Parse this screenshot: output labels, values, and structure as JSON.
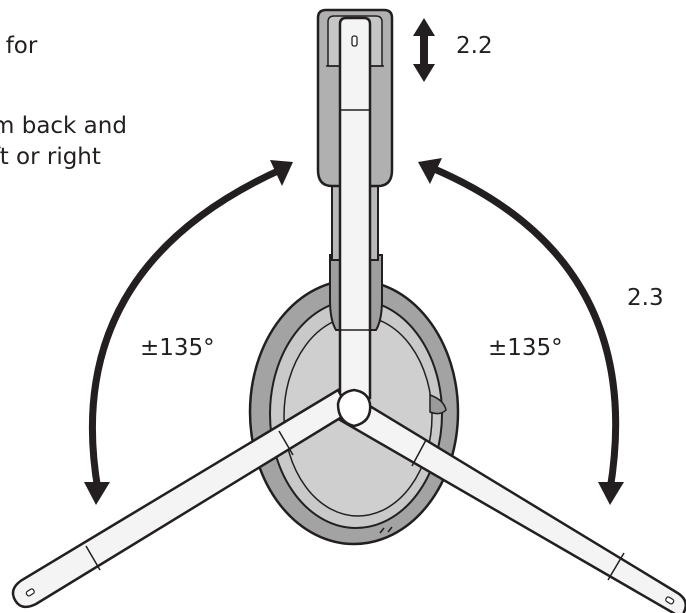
{
  "text": {
    "line1": "l for",
    "line2": "m back and",
    "line3": "ft or right",
    "step_vertical": "2.2",
    "step_rotate": "2.3",
    "angle_left": "±135°",
    "angle_right": "±135°"
  },
  "colors": {
    "ink": "#231f20",
    "band_fill": "#b9b9b9",
    "cushion_fill": "#e4e4e4",
    "boom_fill": "#f4f4f4"
  }
}
